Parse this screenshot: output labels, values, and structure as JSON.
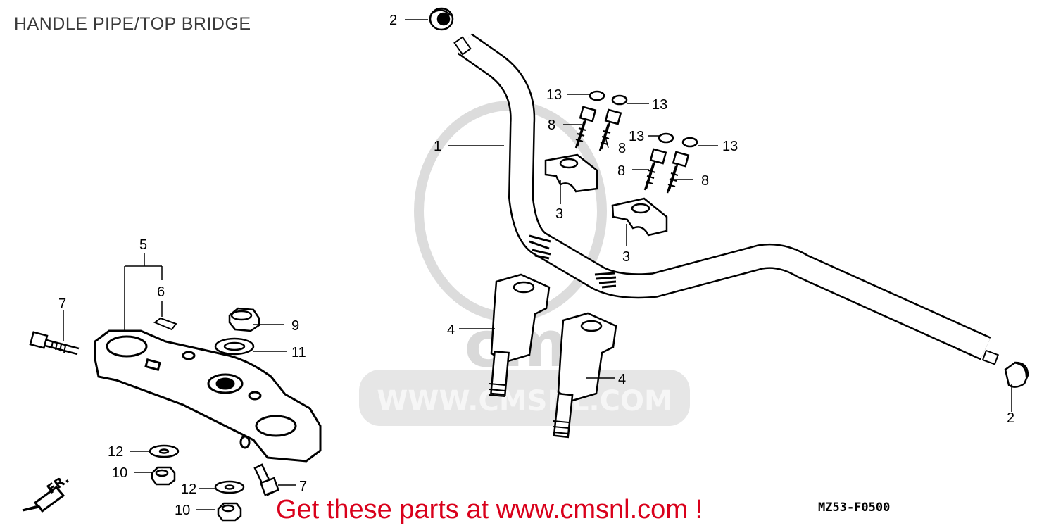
{
  "title": "HANDLE PIPE/TOP BRIDGE",
  "promo_text": "Get these parts at www.cmsnl.com !",
  "diagram_code": "MZ53-F0500",
  "watermark": {
    "url": "WWW.CMSNL.COM",
    "brand": "cms"
  },
  "front_marker": "FR.",
  "callouts": {
    "c1": "1",
    "c2a": "2",
    "c2b": "2",
    "c3a": "3",
    "c3b": "3",
    "c4a": "4",
    "c4b": "4",
    "c5": "5",
    "c6": "6",
    "c7a": "7",
    "c7b": "7",
    "c8a": "8",
    "c8b": "8",
    "c8c": "8",
    "c8d": "8",
    "c9": "9",
    "c10a": "10",
    "c10b": "10",
    "c11": "11",
    "c12a": "12",
    "c12b": "12",
    "c13a": "13",
    "c13b": "13",
    "c13c": "13",
    "c13d": "13"
  },
  "colors": {
    "promo": "#d9001b",
    "line": "#000000",
    "watermark": "#d9d9d9"
  }
}
